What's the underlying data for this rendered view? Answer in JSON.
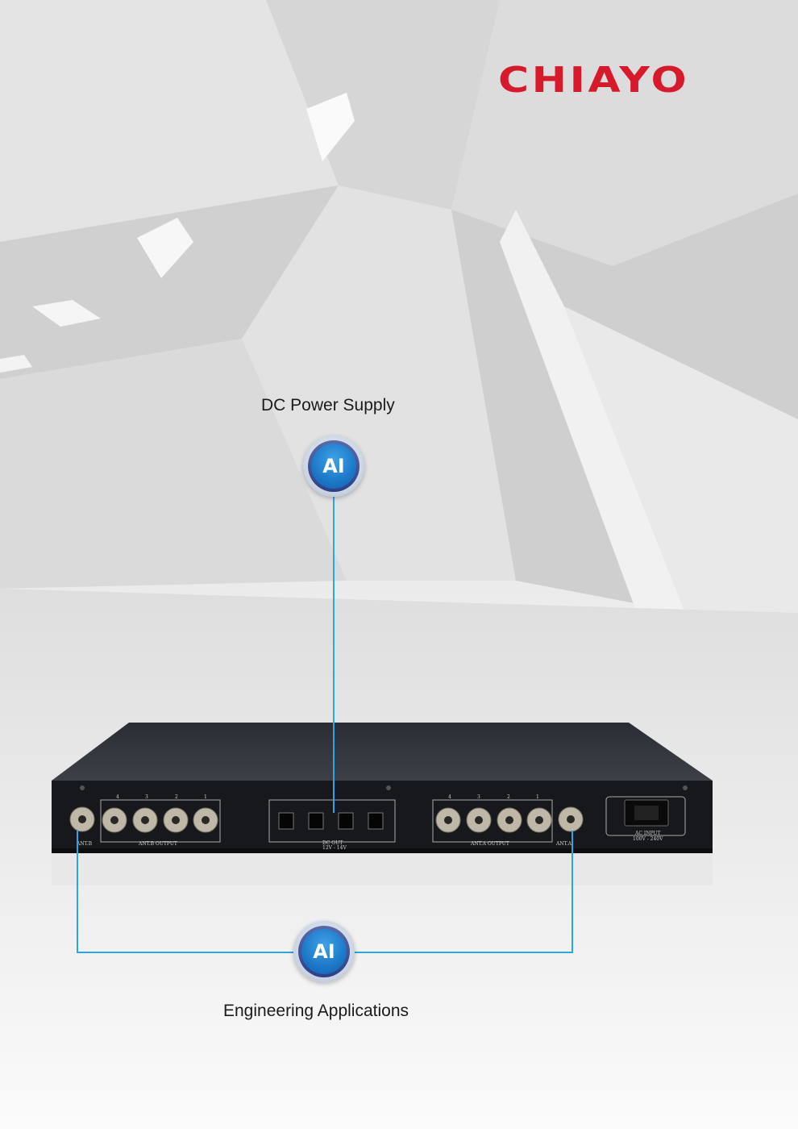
{
  "brand": {
    "name": "CHIAYO",
    "color": "#d7192b"
  },
  "annotations": {
    "top": {
      "label": "DC Power Supply",
      "badge": "AI"
    },
    "bottom": {
      "label": "Engineering Applications",
      "badge": "AI"
    }
  },
  "device": {
    "ant_b": "ANT.B",
    "ant_b_output": "ANT.B OUTPUT",
    "ant_a": "ANT.A",
    "ant_a_output": "ANT.A OUTPUT",
    "port_numbers": [
      "4",
      "3",
      "2",
      "1"
    ],
    "dc_out": "DC OUT",
    "dc_range": "12V - 14V",
    "ac_input": "AC INPUT",
    "ac_range": "100V - 240V"
  },
  "colors": {
    "leader_line": "#2aa7e3",
    "badge_blue": "#1c78c8"
  }
}
